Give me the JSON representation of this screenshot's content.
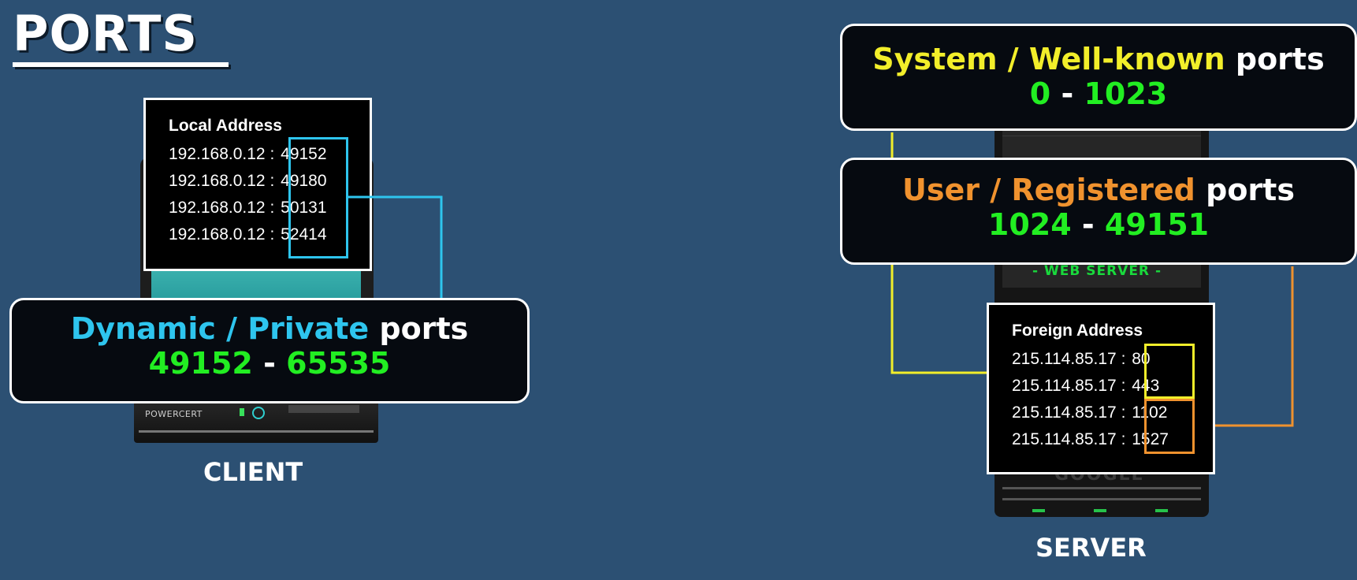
{
  "title": "PORTS",
  "client": {
    "caption": "CLIENT",
    "brand": "POWERCERT",
    "table": {
      "header": "Local Address",
      "rows": [
        {
          "ip": "192.168.0.12 :",
          "port": "49152"
        },
        {
          "ip": "192.168.0.12 :",
          "port": "49180"
        },
        {
          "ip": "192.168.0.12 :",
          "port": "50131"
        },
        {
          "ip": "192.168.0.12 :",
          "port": "52414"
        }
      ]
    }
  },
  "server": {
    "caption": "SERVER",
    "rack_label": "- WEB SERVER -",
    "rack_brand": "GOOGLE",
    "table": {
      "header": "Foreign Address",
      "rows": [
        {
          "ip": "215.114.85.17 :",
          "port": "80"
        },
        {
          "ip": "215.114.85.17 :",
          "port": "443"
        },
        {
          "ip": "215.114.85.17 :",
          "port": "1102"
        },
        {
          "ip": "215.114.85.17 :",
          "port": "1527"
        }
      ]
    }
  },
  "port_ranges": {
    "system": {
      "name": "System / Well-known",
      "suffix": "ports",
      "start": "0",
      "dash": "-",
      "end": "1023"
    },
    "user": {
      "name": "User / Registered",
      "suffix": "ports",
      "start": "1024",
      "dash": "-",
      "end": "49151"
    },
    "dynamic": {
      "name": "Dynamic / Private",
      "suffix": "ports",
      "start": "49152",
      "dash": "-",
      "end": "65535"
    }
  },
  "colors": {
    "background": "#2c5073",
    "system": "#f2ee2a",
    "user": "#f0922e",
    "dynamic": "#2ec5ee",
    "range_numbers": "#22ee22"
  }
}
